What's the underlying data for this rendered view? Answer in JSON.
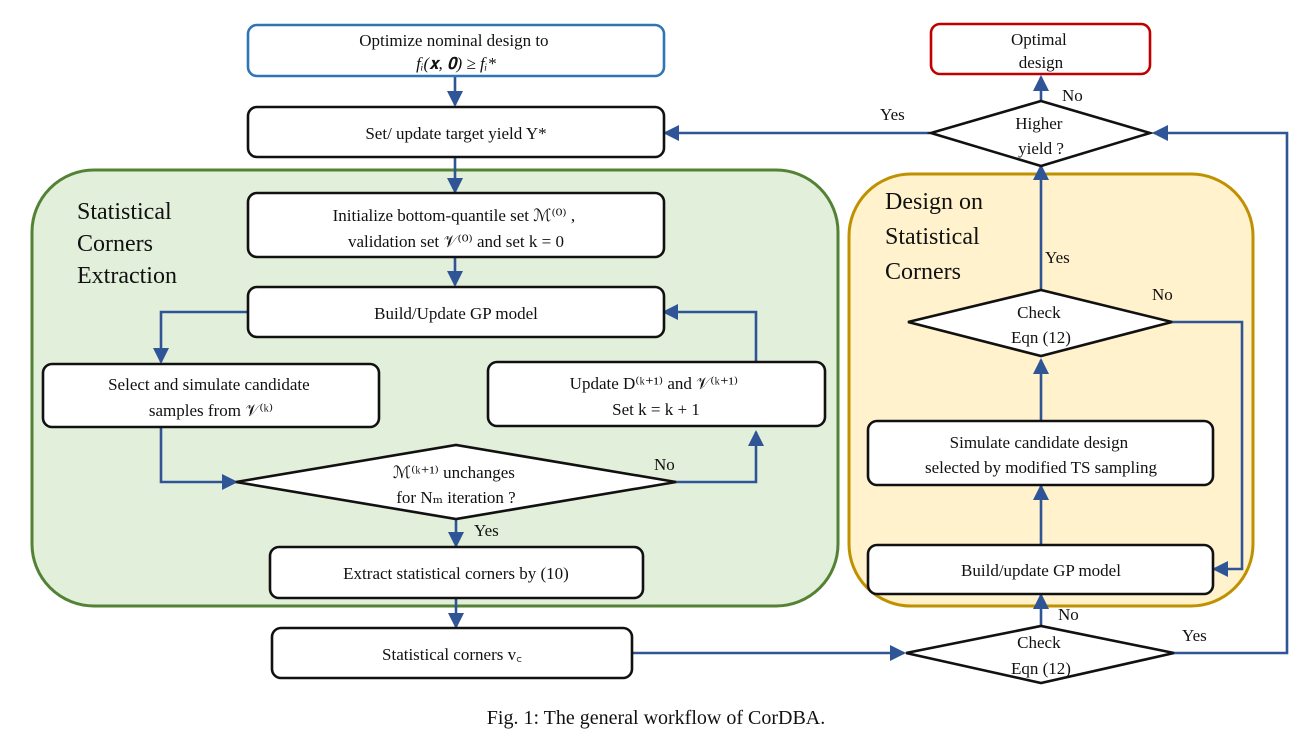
{
  "colors": {
    "arrow": "#2f5597",
    "start_border": "#2e75b6",
    "end_border": "#c00000",
    "green_region_fill": "#e2efda",
    "green_region_border": "#548235",
    "yellow_region_fill": "#fff2cc",
    "yellow_region_border": "#bf9000",
    "node_border": "#111111"
  },
  "regions": {
    "extraction": {
      "title": [
        "Statistical",
        "Corners",
        "Extraction"
      ]
    },
    "design": {
      "title": [
        "Design on",
        "Statistical",
        "Corners"
      ]
    }
  },
  "nodes": {
    "start": {
      "lines": [
        "Optimize nominal design to",
        "fᵢ(𝐱, 𝟎) ≥ fᵢ*"
      ]
    },
    "target": {
      "lines": [
        "Set/ update target yield Y*"
      ]
    },
    "init": {
      "lines": [
        "Initialize bottom-quantile set ℳ⁽⁰⁾ ,",
        "validation set 𝒱⁽⁰⁾ and set k = 0"
      ]
    },
    "build_gp": {
      "lines": [
        "Build/Update GP model"
      ]
    },
    "select": {
      "lines": [
        "Select and simulate candidate",
        "samples from 𝒱⁽ᵏ⁾"
      ]
    },
    "update": {
      "lines": [
        "Update D⁽ᵏ⁺¹⁾ and 𝒱⁽ᵏ⁺¹⁾",
        "Set k = k + 1"
      ]
    },
    "check_m": {
      "lines": [
        "ℳ⁽ᵏ⁺¹⁾ unchanges",
        "for Nₘ iteration ?"
      ]
    },
    "extract": {
      "lines": [
        "Extract statistical corners by (10)"
      ]
    },
    "corners": {
      "lines": [
        "Statistical corners v꜀"
      ]
    },
    "check_eqn_bottom": {
      "lines": [
        "Check",
        "Eqn (12)"
      ]
    },
    "build_gp2": {
      "lines": [
        "Build/update GP model"
      ]
    },
    "simulate": {
      "lines": [
        "Simulate candidate design",
        "selected by modified TS sampling"
      ]
    },
    "check_eqn_top": {
      "lines": [
        "Check",
        "Eqn  (12)"
      ]
    },
    "higher_yield": {
      "lines": [
        "Higher",
        "yield ?"
      ]
    },
    "optimal": {
      "lines": [
        "Optimal",
        "design"
      ]
    }
  },
  "edge_labels": {
    "check_m_no": "No",
    "check_m_yes": "Yes",
    "eqn_top_yes": "Yes",
    "eqn_top_no": "No",
    "eqn_bottom_no": "No",
    "eqn_bottom_yes": "Yes",
    "higher_yes": "Yes",
    "higher_no": "No"
  },
  "caption": "Fig. 1: The general workflow of CorDBA."
}
